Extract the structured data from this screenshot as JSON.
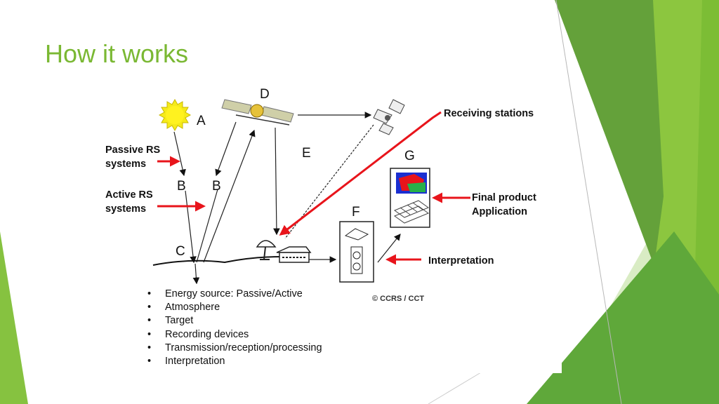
{
  "slide": {
    "title": "How it works"
  },
  "diagram": {
    "letters": {
      "a": "A",
      "b1": "B",
      "b2": "B",
      "c": "C",
      "d": "D",
      "e": "E",
      "f": "F",
      "g": "G"
    },
    "labels": {
      "passive_line1": "Passive RS",
      "passive_line2": "systems",
      "active_line1": "Active RS",
      "active_line2": "systems",
      "receiving": "Receiving stations",
      "final_line1": "Final product",
      "final_line2": "Application",
      "interpretation": "Interpretation"
    },
    "copyright": "© CCRS / CCT",
    "bullets": [
      "Energy source: Passive/Active",
      "Atmosphere",
      "Target",
      "Recording devices",
      "Transmission/reception/processing",
      "Interpretation"
    ]
  },
  "colors": {
    "title": "#7ab833",
    "arrow_red": "#e8141b",
    "green_dark": "#5a9a36",
    "green_light": "#8cc63f"
  }
}
